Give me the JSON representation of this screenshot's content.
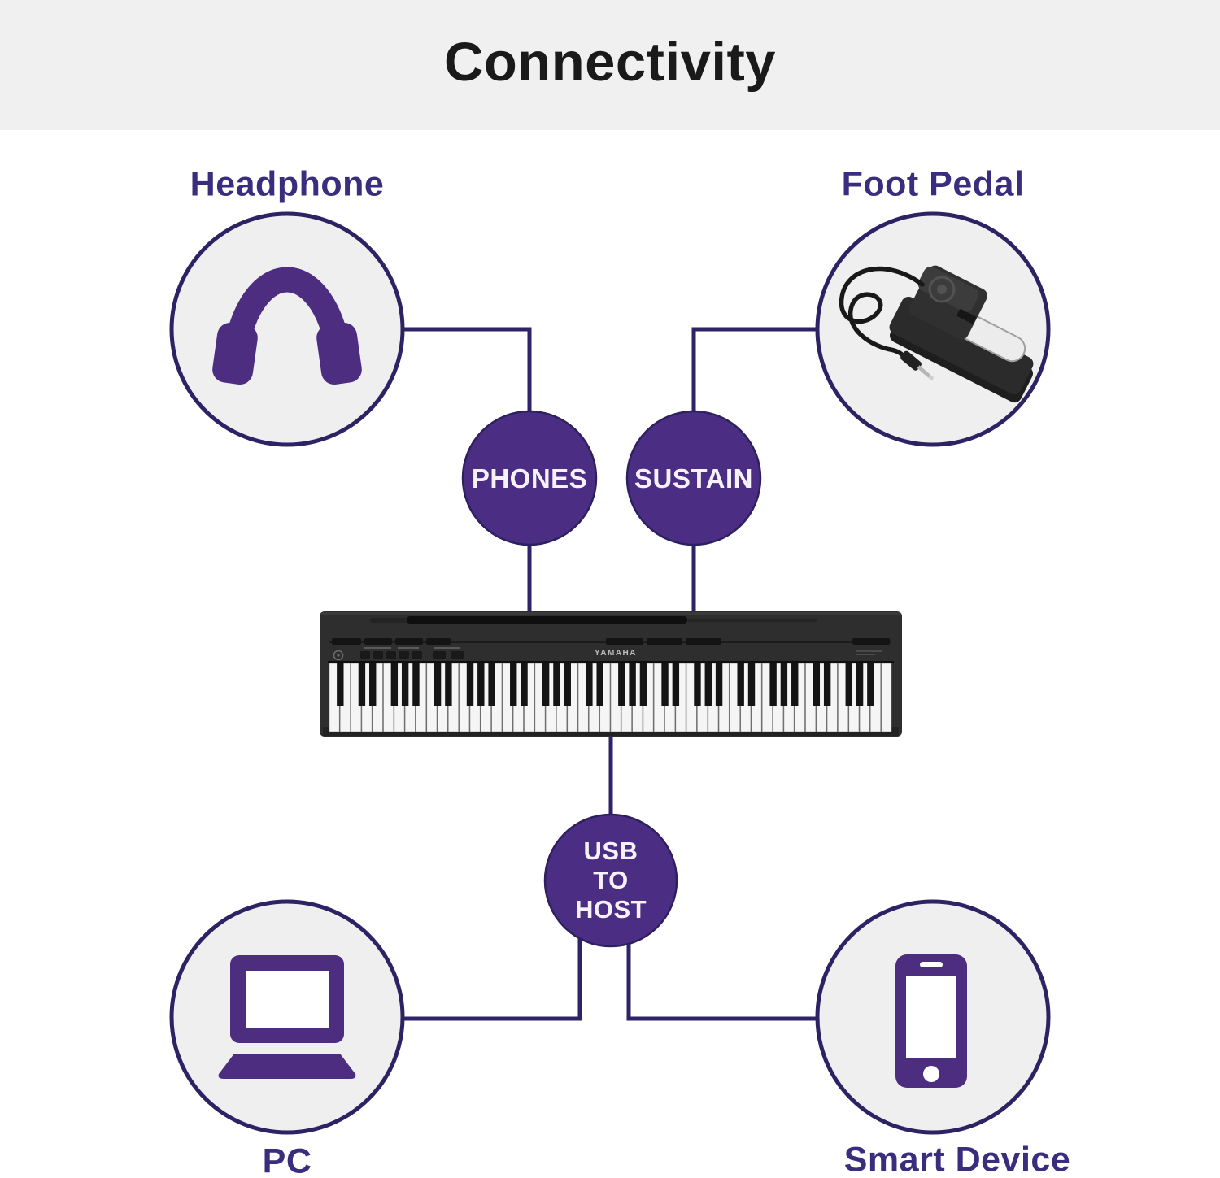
{
  "title": "Connectivity",
  "nodes": {
    "headphone": {
      "label": "Headphone"
    },
    "foot_pedal": {
      "label": "Foot Pedal"
    },
    "pc": {
      "label": "PC"
    },
    "smart_device": {
      "label": "Smart Device"
    }
  },
  "ports": {
    "phones": {
      "label": "PHONES"
    },
    "sustain": {
      "label": "SUSTAIN"
    },
    "usb_to_host": {
      "line1": "USB",
      "line2": "TO",
      "line3": "HOST"
    }
  },
  "keyboard": {
    "brand": "YAMAHA"
  },
  "colors": {
    "header_band": "#f0f0f0",
    "title_text": "#1a1a1a",
    "port_fill": "#4b2e83",
    "outline": "#2d2263",
    "connector": "#2e2366",
    "label_text": "#3a2d7d",
    "node_fill": "#efeff0",
    "icon": "#4c2d80"
  }
}
